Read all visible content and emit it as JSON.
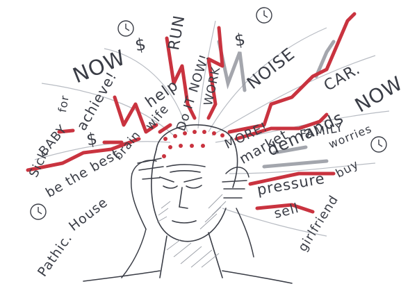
{
  "image": {
    "colors": {
      "ink": "#3a3d46",
      "pencil": "#9a9ea6",
      "marker_red": "#c9333f",
      "marker_gray": "#8d9099",
      "paper": "#ffffff"
    },
    "words": {
      "now_top": "NOW",
      "now_right": "NOW",
      "baby": "BABY",
      "for": "for",
      "achieve": "achieve!",
      "help": "help",
      "run": "RUN",
      "do_it_now": "Do IT NOW!",
      "work": "WORK",
      "noise": "NOISE",
      "car": "CAR.",
      "wife": "wife",
      "more": "MORE!",
      "market": "market",
      "demands": "demands",
      "family": "FAMILY",
      "worries": "worries",
      "be_the_best": "be the best",
      "brain": "brain",
      "sick": "Sick",
      "house": "House",
      "pressure": "pressure",
      "buy": "buy",
      "sell": "sell",
      "girlfriend": "girlfriend",
      "pathic": "Pathic.",
      "dollar_1": "$",
      "dollar_2": "$",
      "dollar_3": "$"
    },
    "icons": [
      "clock-icon",
      "clock-icon",
      "clock-icon",
      "clock-icon"
    ]
  }
}
